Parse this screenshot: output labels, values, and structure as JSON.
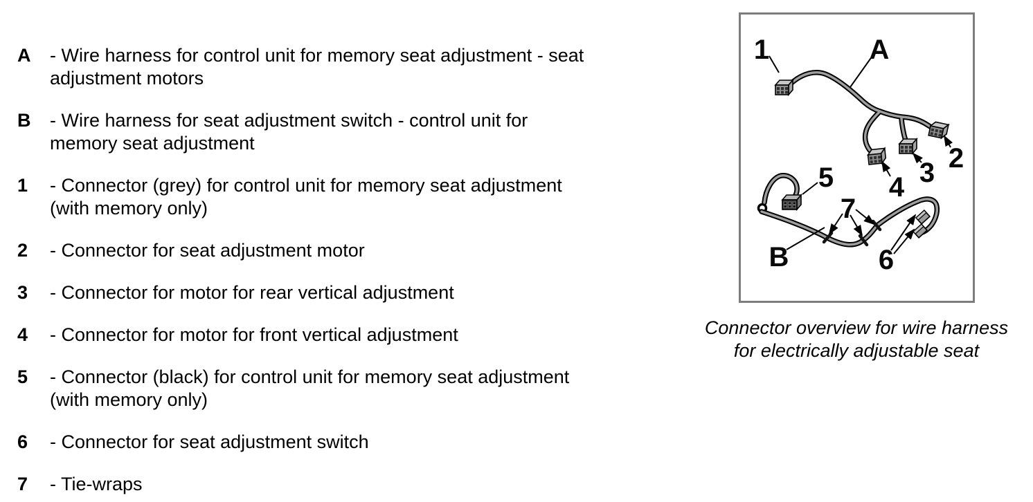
{
  "legend": {
    "items": [
      {
        "key": "A",
        "text": "- Wire harness for control unit for memory seat adjustment - seat\nadjustment motors"
      },
      {
        "key": "B",
        "text": "- Wire harness for seat adjustment switch - control unit for\nmemory seat adjustment"
      },
      {
        "key": "1",
        "text": "- Connector (grey) for control unit for memory seat adjustment\n(with memory only)"
      },
      {
        "key": "2",
        "text": "- Connector for seat adjustment motor"
      },
      {
        "key": "3",
        "text": "- Connector for motor for rear vertical adjustment"
      },
      {
        "key": "4",
        "text": "- Connector for motor for front vertical adjustment"
      },
      {
        "key": "5",
        "text": "- Connector (black) for control unit for memory seat adjustment\n(with memory only)"
      },
      {
        "key": "6",
        "text": "- Connector for seat adjustment switch"
      },
      {
        "key": "7",
        "text": "- Tie-wraps"
      }
    ]
  },
  "figure": {
    "callouts": {
      "c1": "1",
      "cA": "A",
      "c2": "2",
      "c3": "3",
      "c4": "4",
      "c5": "5",
      "c7": "7",
      "cB": "B",
      "c6": "6"
    },
    "caption": "Connector overview for wire harness\nfor electrically adjustable seat"
  },
  "colors": {
    "text": "#000000",
    "box_border": "#7d7d7d",
    "wire_outline": "#000000",
    "wire_core": "#9e9e9e",
    "connector_front": "#8f8f8f",
    "connector_top": "#c9c9c9",
    "connector_side": "#a5a5a5",
    "connector_black": "#3a3a3a",
    "pin": "#2e2e2e"
  }
}
